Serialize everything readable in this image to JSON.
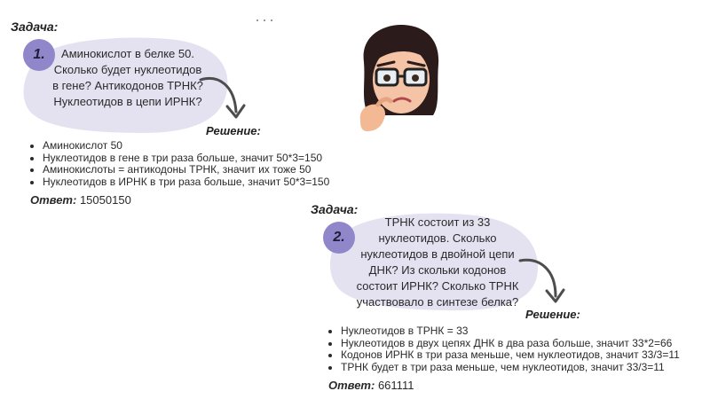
{
  "task1": {
    "label": "Задача:",
    "number": "1.",
    "lines": [
      "Аминокислот в белке 50.",
      "Сколько будет нуклеотидов",
      "в гене? Антикодонов ТРНК?",
      "Нуклеотидов в цепи ИРНК?"
    ],
    "solution_label": "Решение:",
    "solution": [
      "Аминокислот 50",
      "Нуклеотидов в гене в три раза больше, значит 50*3=150",
      "Аминокислоты = антикодоны ТРНК, значит их тоже 50",
      "Нуклеотидов в ИРНК в три раза больше, значит 50*3=150"
    ],
    "answer_label": "Ответ:",
    "answer_value": "15050150"
  },
  "task2": {
    "label": "Задача:",
    "number": "2.",
    "lines": [
      "ТРНК состоит из 33",
      "нуклеотидов. Сколько",
      "нуклеотидов в двойной цепи",
      "ДНК? Из скольки кодонов",
      "состоит ИРНК? Сколько ТРНК",
      "участвовало в синтезе белка?"
    ],
    "solution_label": "Решение:",
    "solution": [
      "Нуклеотидов в ТРНК = 33",
      "Нуклеотидов в двух цепях ДНК в два раза больше, значит 33*2=66",
      "Кодонов ИРНК в три раза меньше, чем нуклеотидов, значит 33/3=11",
      "ТРНК будет в три раза меньше, чем нуклеотидов, значит 33/3=11"
    ],
    "answer_label": "Ответ:",
    "answer_value": "661111"
  },
  "colors": {
    "blob": "#e4e2f1",
    "circle": "#8f87c9",
    "arrow": "#4d4d4d"
  },
  "decoration": "thinking-girl-emoji"
}
